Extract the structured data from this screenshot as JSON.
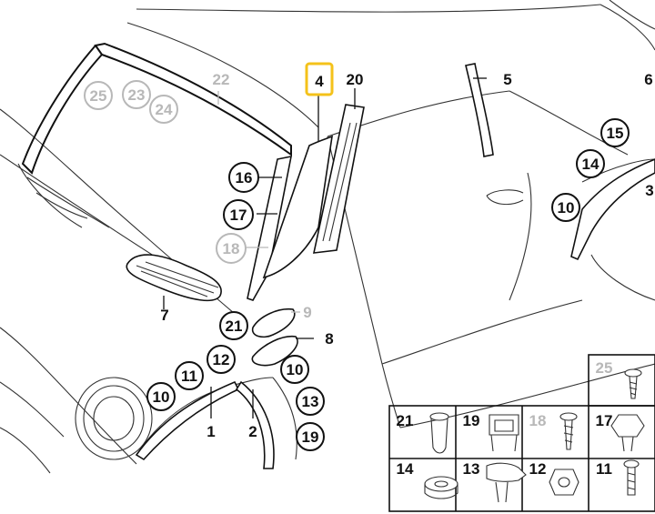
{
  "callouts": {
    "c1": "1",
    "c2": "2",
    "c3": "3",
    "c4": "4",
    "c5": "5",
    "c6": "6",
    "c7": "7",
    "c8": "8",
    "c9": "9",
    "c10a": "10",
    "c10b": "10",
    "c10c": "10",
    "c11a": "11",
    "c12a": "12",
    "c13a": "13",
    "c14a": "14",
    "c15a": "15",
    "c16a": "16",
    "c17a": "17",
    "c18a": "18",
    "c19a": "19",
    "c20": "20",
    "c21a": "21",
    "c22": "22",
    "c23": "23",
    "c24": "24",
    "c25a": "25"
  },
  "grid": {
    "r1": [
      "21",
      "19",
      "18",
      "17"
    ],
    "r2": [
      "14",
      "13",
      "12",
      "11"
    ],
    "side": "25"
  },
  "colors": {
    "highlight": "#f4c21a",
    "inactive": "#b8b8b8",
    "ink": "#111111"
  },
  "icons": [
    "car-outline-icon",
    "clip-icon",
    "screw-icon",
    "nut-icon",
    "rivet-icon",
    "grommet-icon"
  ]
}
